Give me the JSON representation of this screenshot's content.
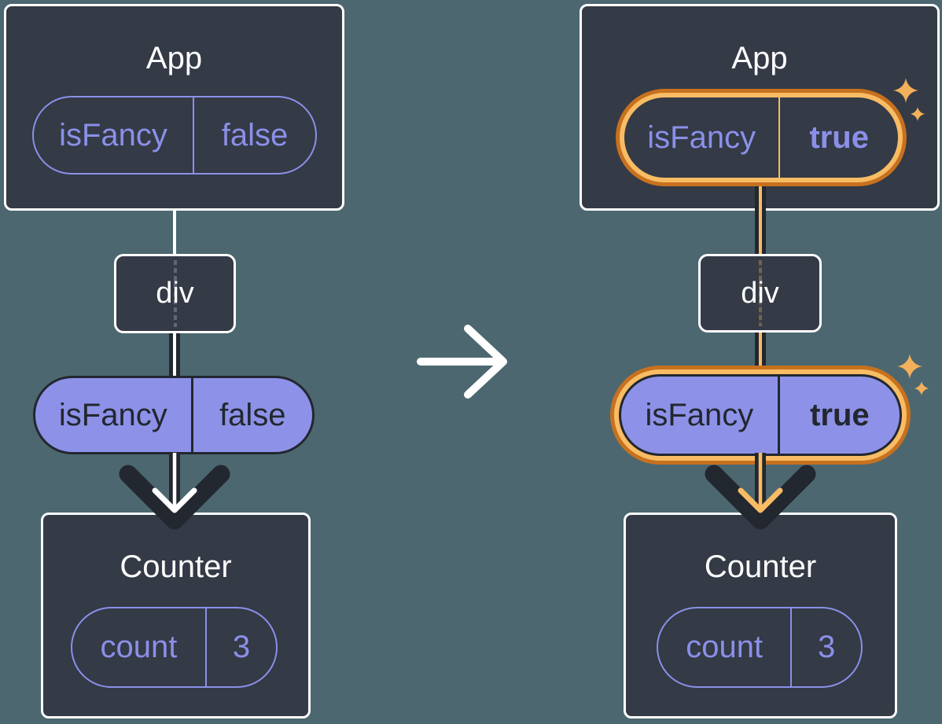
{
  "diagram": {
    "before": {
      "app": {
        "title": "App",
        "state_label": "isFancy",
        "state_value": "false"
      },
      "div_label": "div",
      "prop": {
        "label": "isFancy",
        "value": "false"
      },
      "counter": {
        "title": "Counter",
        "state_label": "count",
        "state_value": "3"
      }
    },
    "after": {
      "app": {
        "title": "App",
        "state_label": "isFancy",
        "state_value": "true"
      },
      "div_label": "div",
      "prop": {
        "label": "isFancy",
        "value": "true"
      },
      "counter": {
        "title": "Counter",
        "state_label": "count",
        "state_value": "3"
      }
    },
    "icons": {
      "transition_arrow": "arrow-right",
      "flow_arrow": "arrow-down",
      "highlight": "sparkles"
    },
    "colors": {
      "background": "#4C6770",
      "component_box": "#343A46",
      "stroke_dark": "#23272F",
      "purple": "#8A90E8",
      "purple_fill": "#8D92E8",
      "orange_dark": "#C7711F",
      "orange_light": "#F8BC64",
      "sparkle": "#F2B05B",
      "white": "#FFFFFF"
    }
  }
}
